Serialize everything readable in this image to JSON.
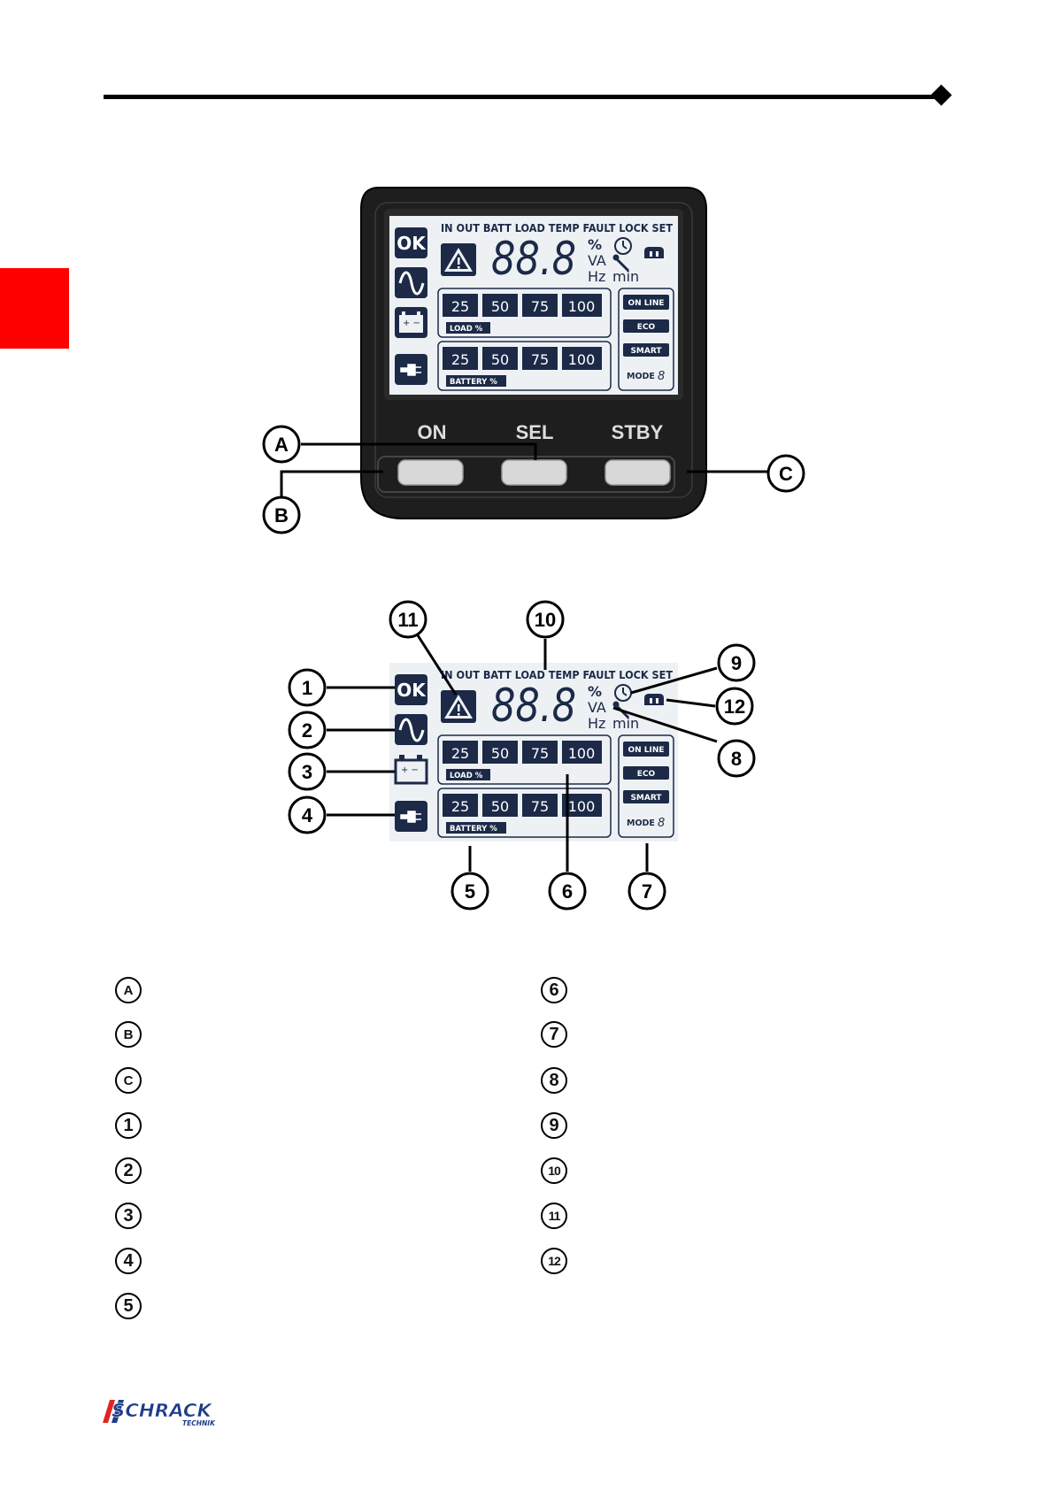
{
  "lcd": {
    "status_words": "IN OUT BATT LOAD TEMP FAULT LOCK SET",
    "digits": "88.8",
    "unit_percent": "%",
    "unit_va": "VA",
    "unit_hz": "Hz",
    "unit_min": "min",
    "ok_icon_text": "OK",
    "load_bar_values": [
      "25",
      "50",
      "75",
      "100"
    ],
    "load_bar_label": "LOAD %",
    "battery_bar_values": [
      "25",
      "50",
      "75",
      "100"
    ],
    "battery_bar_label": "BATTERY %",
    "mode_items": [
      "ON LINE",
      "ECO",
      "SMART"
    ],
    "mode_label": "MODE",
    "mode_digit": "8"
  },
  "panel_buttons": {
    "on_label": "ON",
    "sel_label": "SEL",
    "stby_label": "STBY"
  },
  "callouts_panel": [
    "A",
    "B",
    "C"
  ],
  "callouts_display": [
    "1",
    "2",
    "3",
    "4",
    "5",
    "6",
    "7",
    "8",
    "9",
    "10",
    "11",
    "12"
  ],
  "legend": {
    "left_column": [
      "A",
      "B",
      "C",
      "1",
      "2",
      "3",
      "4",
      "5"
    ],
    "right_column": [
      "6",
      "7",
      "8",
      "9",
      "10",
      "11",
      "12"
    ]
  },
  "footer": {
    "brand_main": "SCHRACK",
    "brand_sub": "TECHNIK"
  },
  "colors": {
    "accent_red": "#ff0000",
    "lcd_navy": "#1c2a48",
    "panel_black": "#1e1e1e"
  }
}
